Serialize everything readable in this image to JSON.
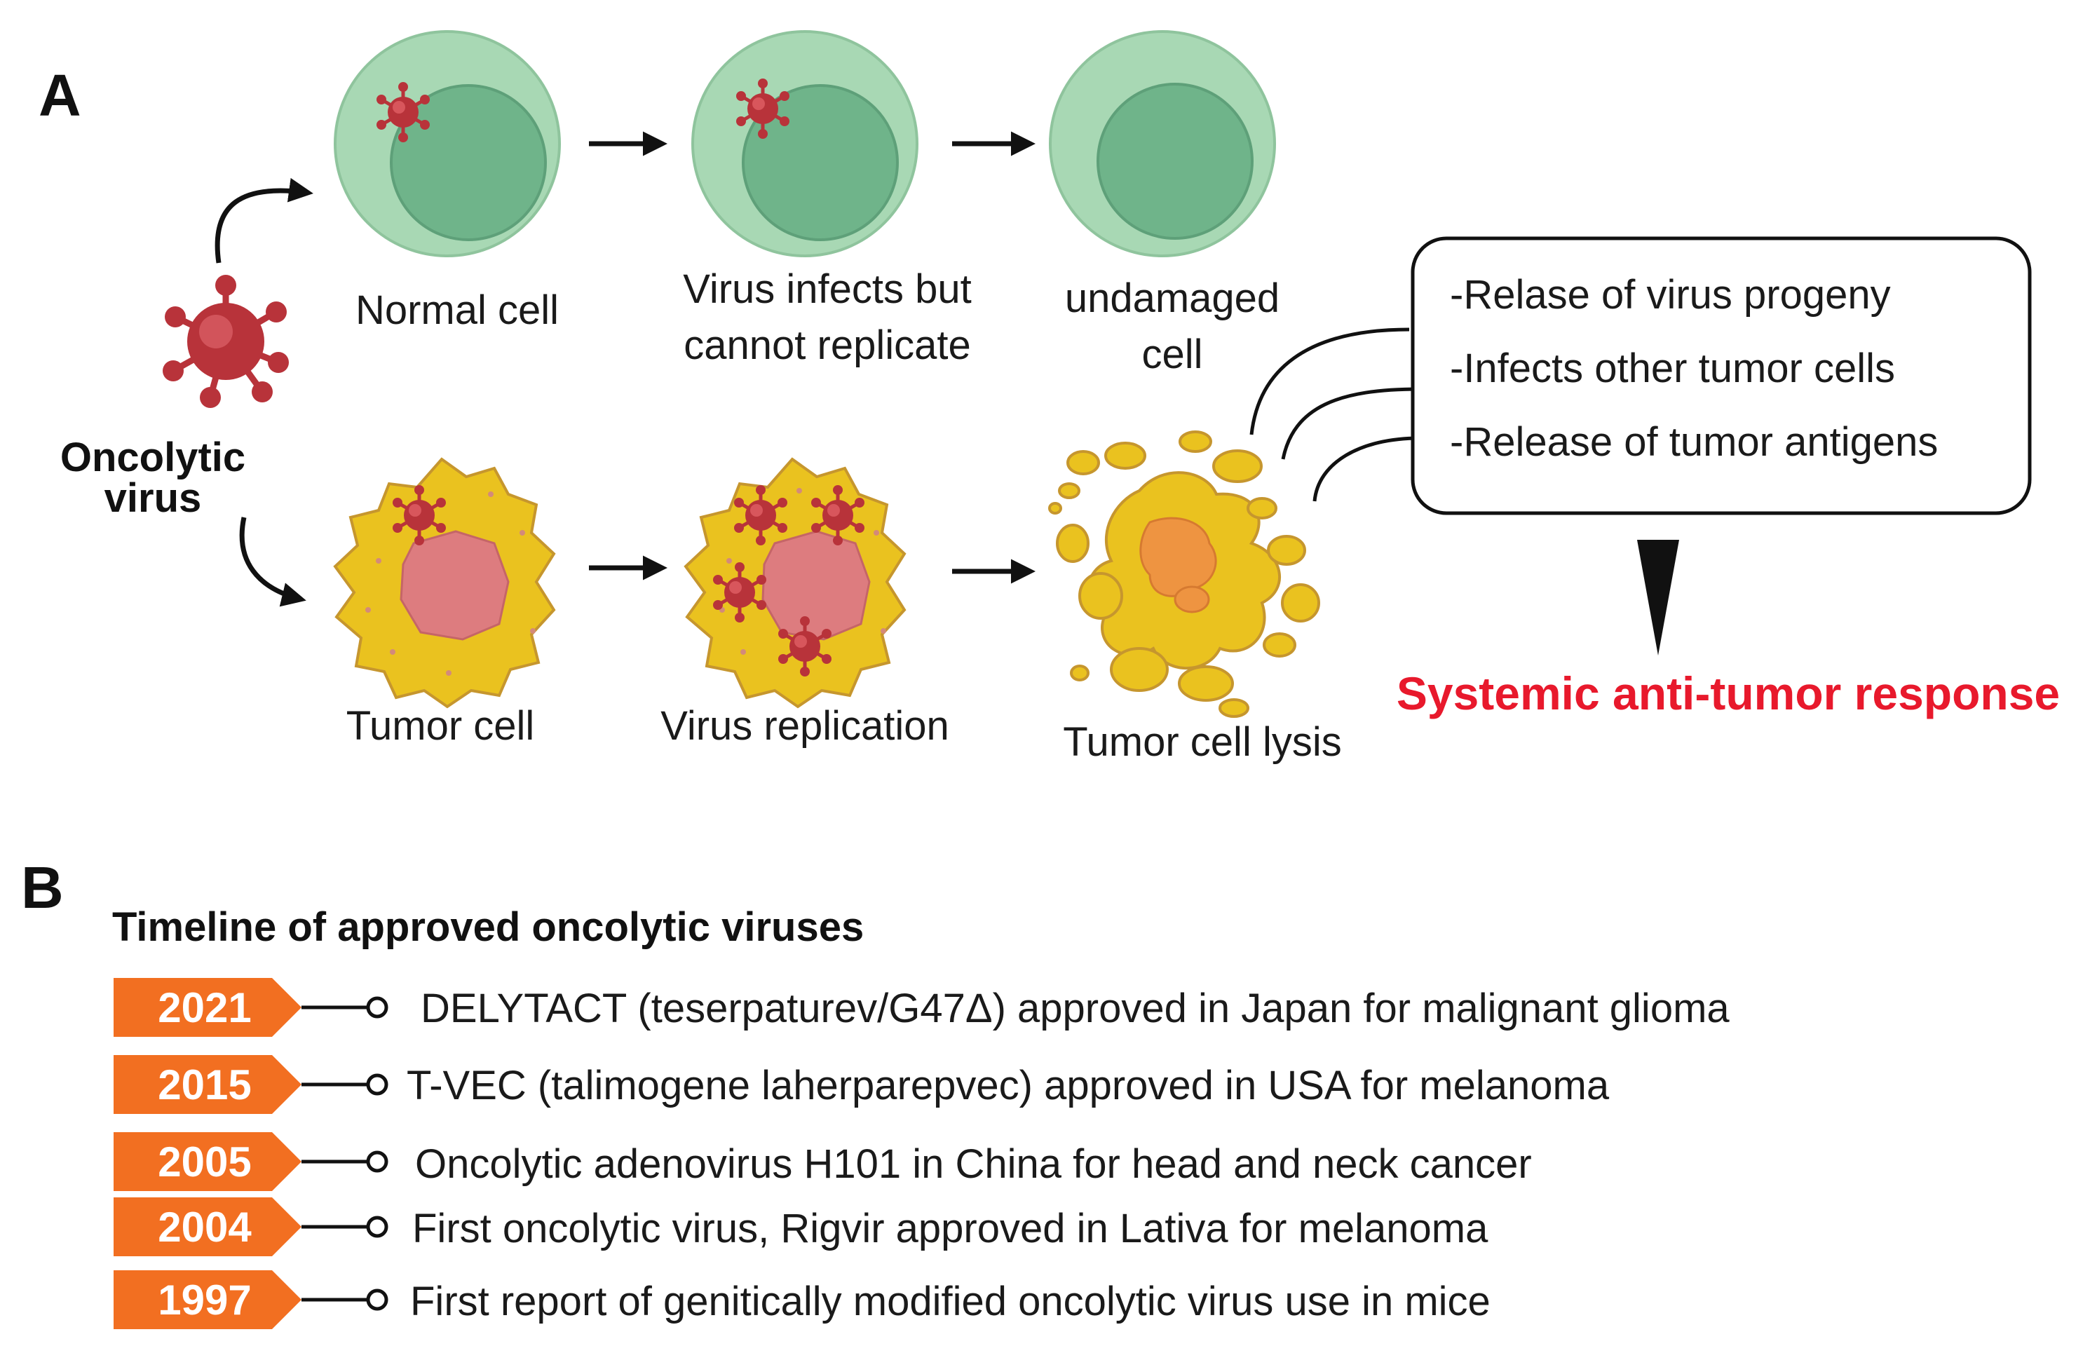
{
  "panel_a": {
    "letter": "A",
    "virus_label": [
      "Oncolytic",
      "virus"
    ],
    "normal_row": {
      "cell_label": "Normal cell",
      "infect_label": [
        "Virus infects but",
        "cannot replicate"
      ],
      "result_label": [
        "undamaged",
        "cell"
      ]
    },
    "tumor_row": {
      "cell_label": "Tumor cell",
      "replication_label": "Virus replication",
      "lysis_label": "Tumor cell lysis"
    },
    "effects_box": {
      "items": [
        "-Relase of virus progeny",
        "-Infects other tumor cells",
        "-Release of tumor antigens"
      ]
    },
    "outcome_label": "Systemic anti-tumor response",
    "colors": {
      "normal_outer": "#a8d8b4",
      "normal_inner": "#6fb48a",
      "tumor_body": "#eac21f",
      "tumor_nucleus": "#dd7c7f",
      "virus": "#b8333a",
      "outcome": "#e8192c",
      "tag": "#f26f21"
    }
  },
  "panel_b": {
    "letter": "B",
    "title": "Timeline of approved oncolytic viruses",
    "entries": [
      {
        "year": "2021",
        "text": "DELYTACT (teserpaturev/G47Δ) approved in Japan for malignant glioma"
      },
      {
        "year": "2015",
        "text": "T-VEC (talimogene laherparepvec) approved in USA for melanoma"
      },
      {
        "year": "2005",
        "text": "Oncolytic adenovirus H101 in China for head and neck cancer"
      },
      {
        "year": "2004",
        "text": "First oncolytic virus, Rigvir approved in Lativa for melanoma"
      },
      {
        "year": "1997",
        "text": "First report of genitically modified oncolytic virus use in mice"
      }
    ]
  }
}
